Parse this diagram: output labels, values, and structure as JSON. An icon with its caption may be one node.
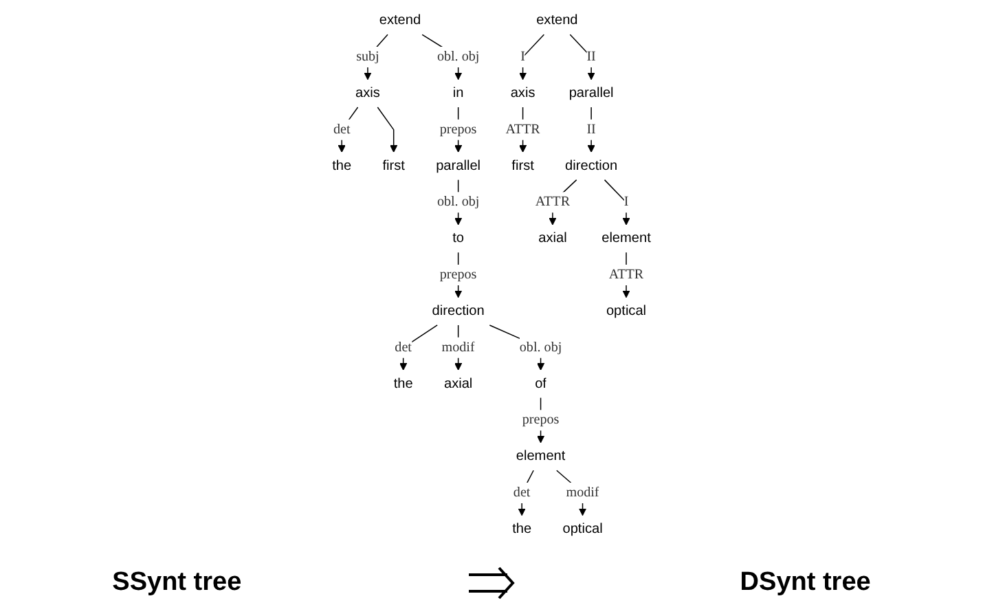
{
  "diagram": {
    "nodes": [
      {
        "text": [
          "extend"
        ]
      },
      {
        "text": [
          "axis"
        ]
      },
      {
        "text": [
          "in"
        ]
      },
      {
        "text": [
          "the"
        ]
      },
      {
        "text": [
          "first"
        ]
      },
      {
        "text": [
          "parallel"
        ]
      },
      {
        "text": [
          "to"
        ]
      },
      {
        "text": [
          "direction"
        ]
      },
      {
        "text": [
          "the"
        ]
      },
      {
        "text": [
          "axial"
        ]
      },
      {
        "text": [
          "of"
        ]
      },
      {
        "text": [
          "element"
        ]
      },
      {
        "text": [
          "the"
        ]
      },
      {
        "text": [
          "optical"
        ]
      },
      {
        "text": [
          "extend"
        ]
      },
      {
        "text": [
          "axis"
        ]
      },
      {
        "text": [
          "parallel"
        ]
      },
      {
        "text": [
          "first"
        ]
      },
      {
        "text": [
          "direction"
        ]
      },
      {
        "text": [
          "axial"
        ]
      },
      {
        "text": [
          "element"
        ]
      },
      {
        "text": [
          "optical"
        ]
      }
    ],
    "edges": [
      {
        "from": 0,
        "to": 1,
        "arrow": "to",
        "label": "subj"
      },
      {
        "from": 0,
        "to": 2,
        "arrow": "to",
        "label": "obl. obj"
      },
      {
        "from": 1,
        "to": 3,
        "arrow": "to",
        "label": "det"
      },
      {
        "from": 1,
        "to": 4,
        "arrow": "to"
      },
      {
        "from": 2,
        "to": 5,
        "arrow": "to",
        "label": "prepos"
      },
      {
        "from": 5,
        "to": 6,
        "arrow": "to",
        "label": "obl. obj"
      },
      {
        "from": 6,
        "to": 7,
        "arrow": "to",
        "label": "prepos"
      },
      {
        "from": 7,
        "to": 8,
        "arrow": "to",
        "label": "det"
      },
      {
        "from": 7,
        "to": 9,
        "arrow": "to",
        "label": "modif"
      },
      {
        "from": 7,
        "to": 10,
        "arrow": "to",
        "label": "obl. obj"
      },
      {
        "from": 10,
        "to": 11,
        "arrow": "to",
        "label": "prepos"
      },
      {
        "from": 11,
        "to": 12,
        "arrow": "to",
        "label": "det"
      },
      {
        "from": 11,
        "to": 13,
        "arrow": "to",
        "label": "modif"
      },
      {
        "from": 14,
        "to": 15,
        "arrow": "to",
        "label": "I"
      },
      {
        "from": 14,
        "to": 16,
        "arrow": "to",
        "label": "II"
      },
      {
        "from": 15,
        "to": 17,
        "arrow": "to",
        "label": "ATTR"
      },
      {
        "from": 16,
        "to": 18,
        "arrow": "to",
        "label": "II"
      },
      {
        "from": 18,
        "to": 19,
        "arrow": "to",
        "label": "ATTR"
      },
      {
        "from": 18,
        "to": 20,
        "arrow": "to",
        "label": "I"
      },
      {
        "from": 20,
        "to": 21,
        "arrow": "to",
        "label": "ATTR"
      }
    ],
    "labels": [
      "SSynt tree",
      "DSynt tree"
    ]
  }
}
